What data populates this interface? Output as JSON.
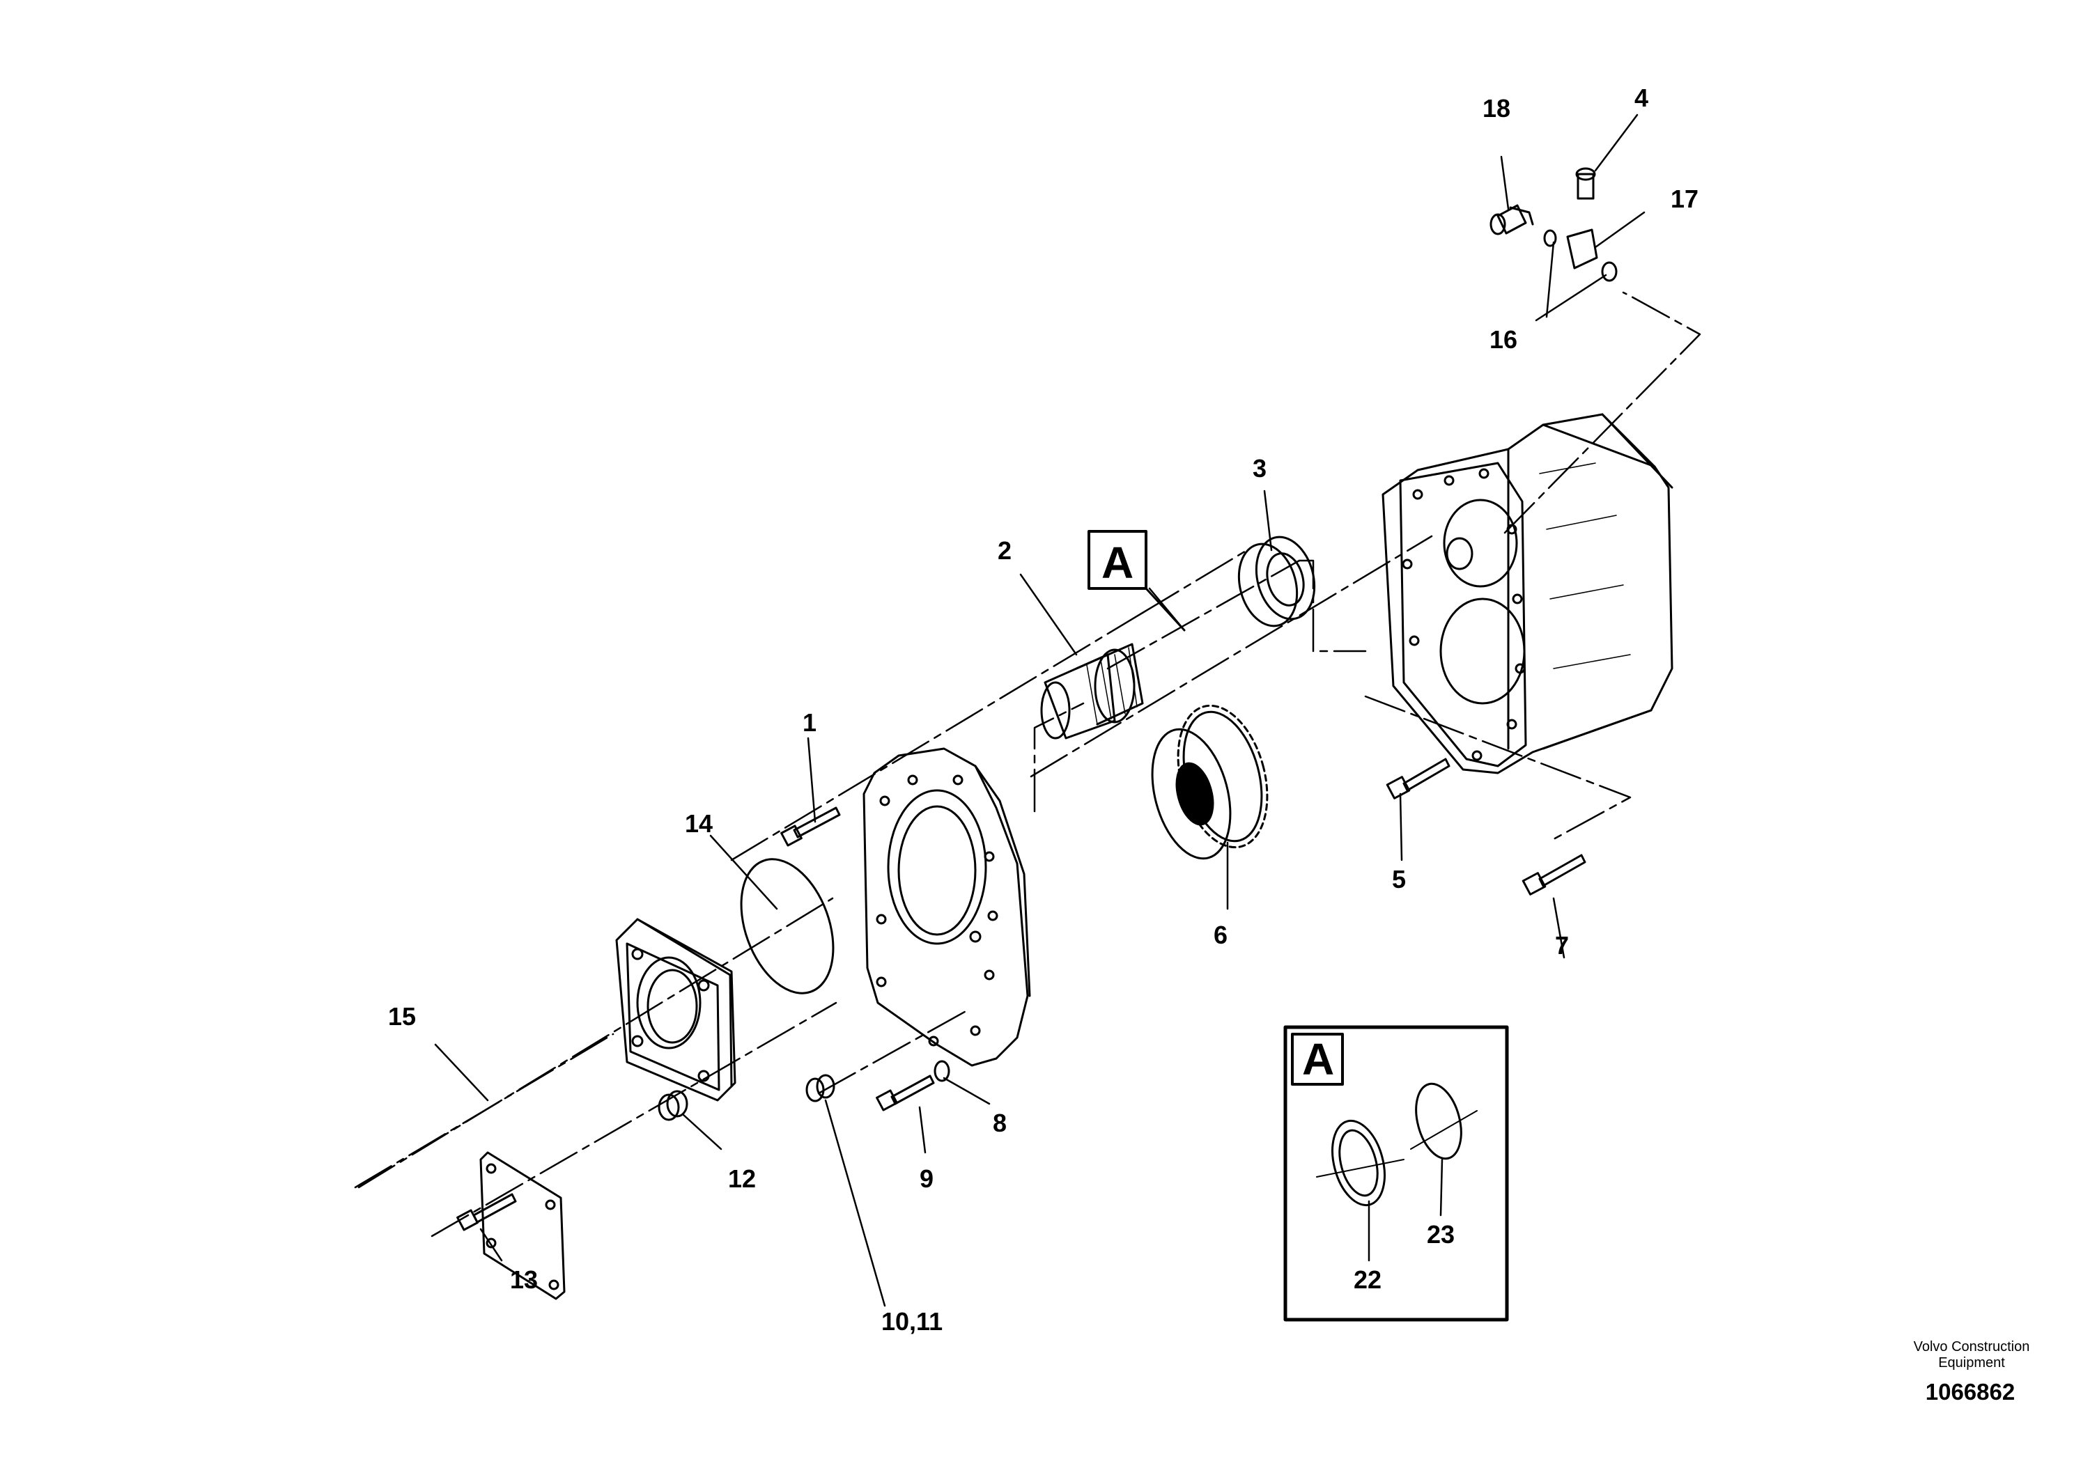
{
  "labels": {
    "l1": "1",
    "l2": "2",
    "l3": "3",
    "l4": "4",
    "l5": "5",
    "l6": "6",
    "l7": "7",
    "l8": "8",
    "l9": "9",
    "l10": "10,11",
    "l12": "12",
    "l13": "13",
    "l14": "14",
    "l15": "15",
    "l16": "16",
    "l17": "17",
    "l18": "18",
    "l22": "22",
    "l23": "23"
  },
  "detail_marker": "A",
  "detail_box": {
    "title": "A"
  },
  "credit": {
    "line1": "Volvo Construction",
    "line2": "Equipment"
  },
  "reference_number": "1066862"
}
